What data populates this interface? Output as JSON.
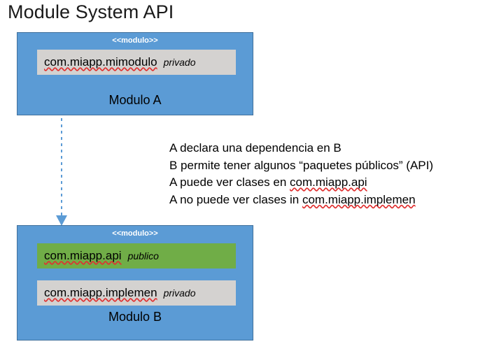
{
  "slide": {
    "title": "Module System API",
    "background_color": "#FFFFFF"
  },
  "colors": {
    "module_fill": "#5B9BD5",
    "module_border": "#41719C",
    "package_private_fill": "#D4D2D0",
    "package_public_fill": "#70AD47",
    "arrow": "#5B9BD5",
    "spellcheck_underline": "#E03030",
    "text": "#000000",
    "stereotype_text": "#FFFFFF"
  },
  "modules": [
    {
      "id": "module-a",
      "stereotype": "<<modulo>>",
      "name": "Modulo A",
      "packages": [
        {
          "name": "com.miapp.mimodulo",
          "visibility": "privado",
          "fill": "#D4D2D0",
          "misspelled": true
        }
      ]
    },
    {
      "id": "module-b",
      "stereotype": "<<modulo>>",
      "name": "Modulo B",
      "packages": [
        {
          "name": "com.miapp.api",
          "visibility": "publico",
          "fill": "#70AD47",
          "misspelled": true
        },
        {
          "name": "com.miapp.implemen",
          "visibility": "privado",
          "fill": "#D4D2D0",
          "misspelled": true
        }
      ]
    }
  ],
  "dependency_arrow": {
    "from": "Modulo A",
    "to": "Modulo B",
    "style": "dashed",
    "direction": "down",
    "color": "#5B9BD5"
  },
  "notes": {
    "lines": [
      {
        "prefix": "A declara una dependencia en B",
        "misspelled": ""
      },
      {
        "prefix": "B permite tener algunos “paquetes públicos” (API)",
        "misspelled": ""
      },
      {
        "prefix": "A puede ver clases en ",
        "misspelled": "com.miapp.api"
      },
      {
        "prefix": "A no puede ver clases in ",
        "misspelled": "com.miapp.implemen"
      }
    ]
  }
}
